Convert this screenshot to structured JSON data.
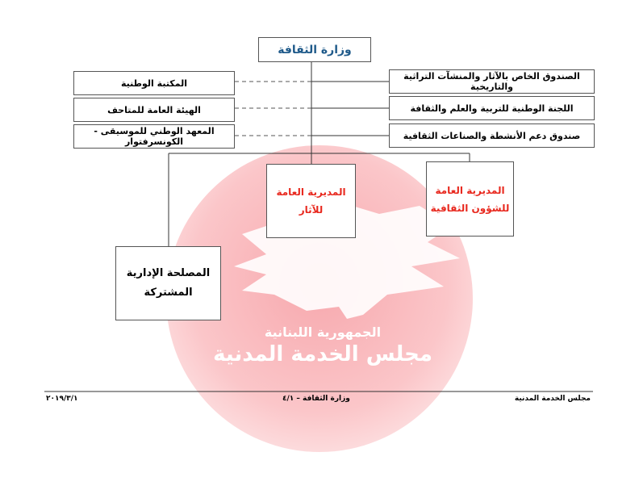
{
  "ministry": "وزارة الثقافة",
  "right_boxes": [
    "الصندوق الخاص بالآثار والمنشآت التراثية والتاريخية",
    "اللجنة الوطنية للتربية والعلم والثقافة",
    "صندوق دعم الأنشطة والصناعات الثقافية"
  ],
  "left_boxes": [
    "المكتبة الوطنية",
    "الهيئة العامة للمتاحف",
    "المعهد الوطني للموسيقى - الكونسرفتوار"
  ],
  "directorates": {
    "antiquities": [
      "المديرية العامة",
      "للآثار"
    ],
    "cultural_affairs": [
      "المديرية العامة",
      "للشؤون الثقافية"
    ]
  },
  "shared_admin": [
    "المصلحة الإدارية",
    "المشتركة"
  ],
  "watermark": {
    "line1": "الجمهورية اللبنانية",
    "line2": "مجلس الخدمة المدنية",
    "color": "#f6a5aa"
  },
  "footer": {
    "right": "مجلس الخدمة المدنية",
    "center": "وزارة الثقافة – ٤/١",
    "left": "٢٠١٩/٣/١"
  },
  "colors": {
    "root_text": "#1f5a8a",
    "directorate_text": "#e8281e"
  }
}
